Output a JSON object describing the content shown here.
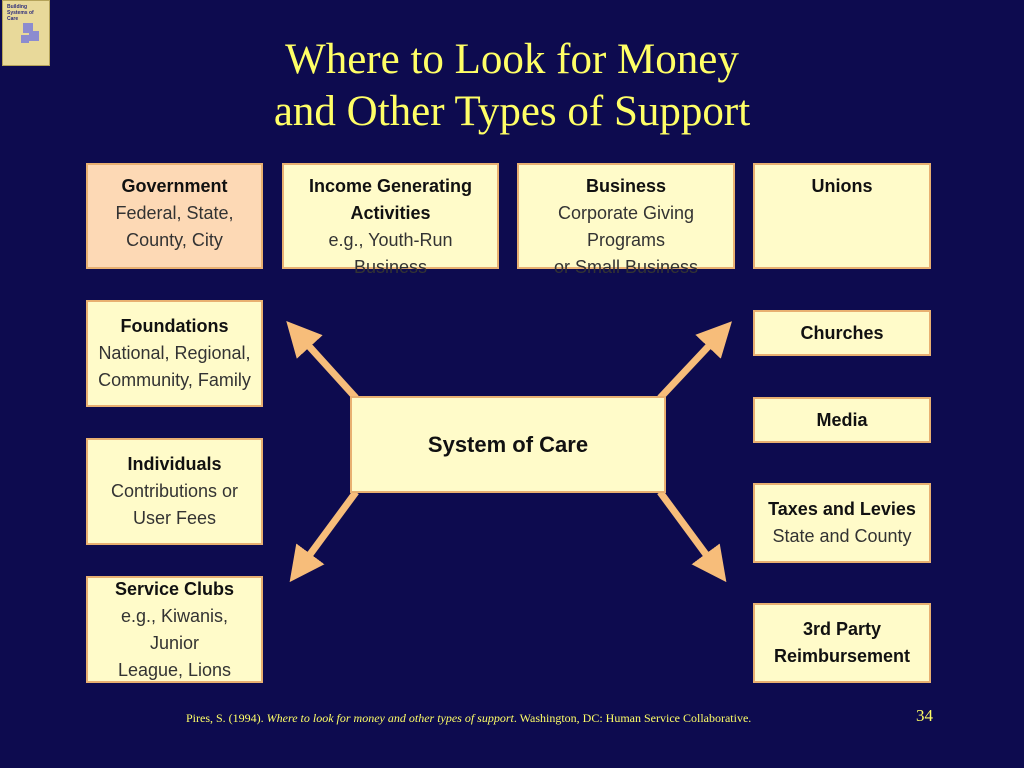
{
  "logo": {
    "text": "Building Systems of Care"
  },
  "title": {
    "line1": "Where to Look for Money",
    "line2": "and Other Types of Support"
  },
  "boxes": {
    "government": {
      "heading": "Government",
      "line1": "Federal, State,",
      "line2": "County, City"
    },
    "income": {
      "heading1": "Income Generating",
      "heading2": "Activities",
      "line1": "e.g., Youth-Run Business"
    },
    "business": {
      "heading": "Business",
      "line1": "Corporate Giving Programs",
      "line2": "or Small Business"
    },
    "unions": {
      "heading": "Unions"
    },
    "foundations": {
      "heading": "Foundations",
      "line1": "National, Regional,",
      "line2": "Community, Family"
    },
    "individuals": {
      "heading": "Individuals",
      "line1": "Contributions or",
      "line2": "User Fees"
    },
    "service_clubs": {
      "heading": "Service Clubs",
      "line1": "e.g., Kiwanis, Junior",
      "line2": "League, Lions"
    },
    "churches": {
      "heading": "Churches"
    },
    "media": {
      "heading": "Media"
    },
    "taxes": {
      "heading": "Taxes and Levies",
      "line1": "State and County"
    },
    "third_party": {
      "heading1": "3rd Party",
      "heading2": "Reimbursement"
    },
    "center": {
      "heading": "System of Care"
    }
  },
  "colors": {
    "background": "#0d0b4f",
    "title": "#ffff66",
    "box_fill": "#fffbc9",
    "government_fill": "#fdd9b5",
    "box_border": "#e8b071",
    "arrow": "#f7bd7a"
  },
  "footer": {
    "citation_prefix": "Pires, S. (1994). ",
    "citation_title": "Where to look for money and other types of support",
    "citation_suffix": ". Washington, DC: Human  Service Collaborative.",
    "page_number": "34"
  }
}
